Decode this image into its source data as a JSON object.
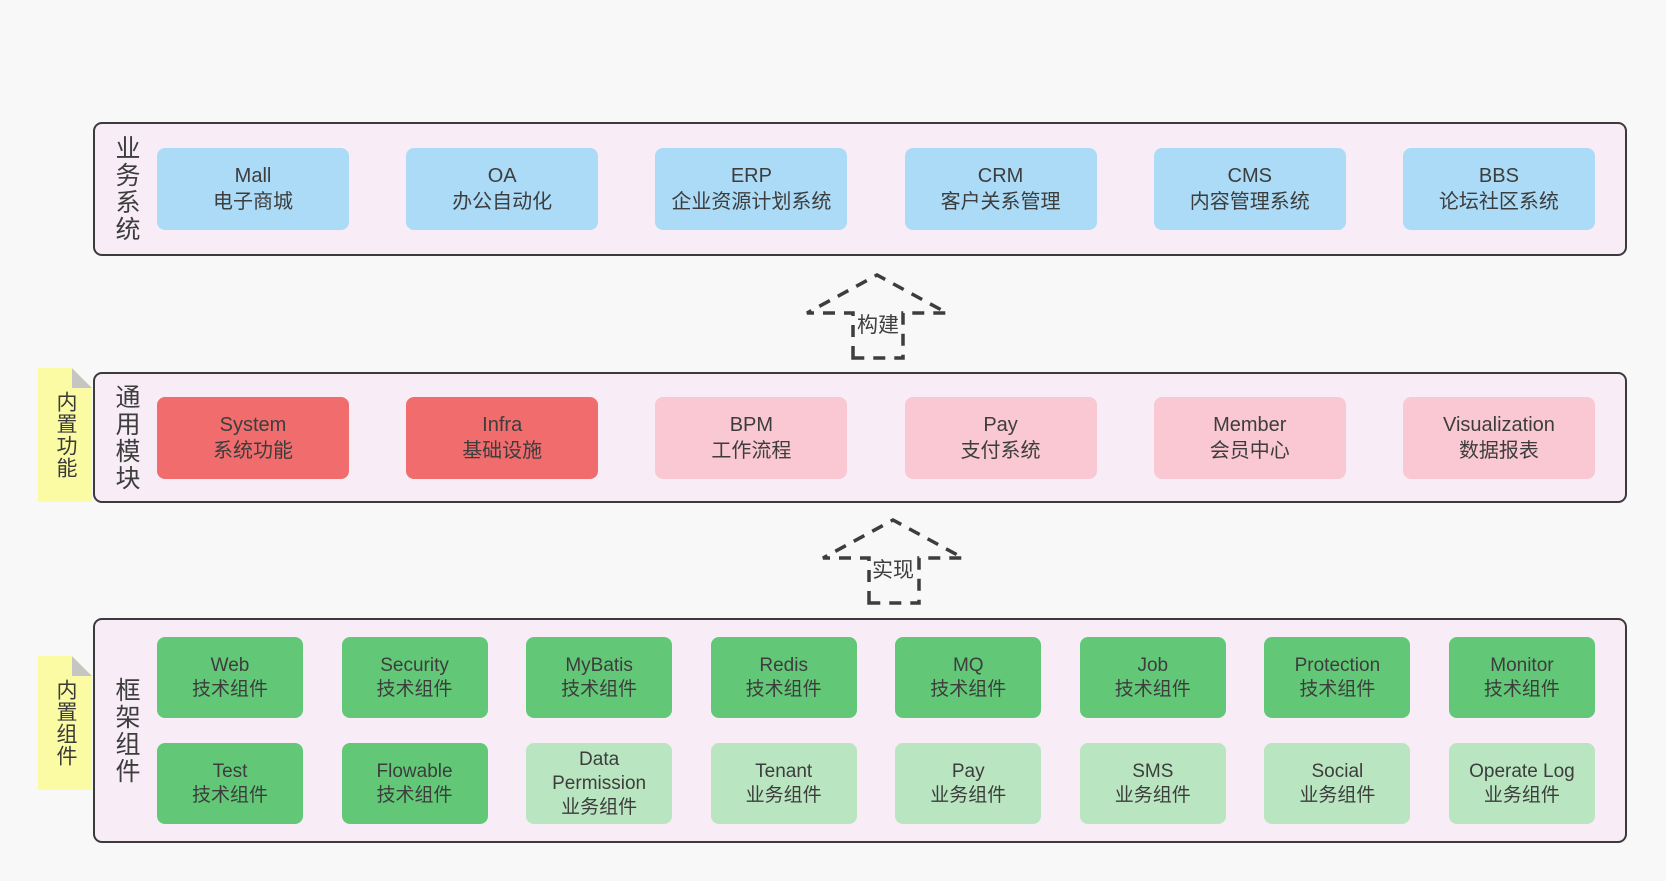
{
  "colors": {
    "page_background": "#f8f8f8",
    "layer_background": "#f8edf6",
    "layer_border": "#3b3b3b",
    "blue_box": "#abdbf6",
    "red_box": "#f16c6c",
    "pink_box": "#f9c8d3",
    "green_box": "#62c877",
    "light_green_box": "#b9e6c0",
    "note_yellow": "#fbfba3",
    "note_fold_gray": "#c5c5c5",
    "text": "#3d3d3d"
  },
  "arrows": [
    {
      "label": "构建"
    },
    {
      "label": "实现"
    }
  ],
  "layers": [
    {
      "id": "business",
      "side_label": "业务系统",
      "note_label": null,
      "rows": [
        [
          {
            "name": "Mall",
            "subtitle": "电子商城",
            "variant": "blue"
          },
          {
            "name": "OA",
            "subtitle": "办公自动化",
            "variant": "blue"
          },
          {
            "name": "ERP",
            "subtitle": "企业资源计划系统",
            "variant": "blue"
          },
          {
            "name": "CRM",
            "subtitle": "客户关系管理",
            "variant": "blue"
          },
          {
            "name": "CMS",
            "subtitle": "内容管理系统",
            "variant": "blue"
          },
          {
            "name": "BBS",
            "subtitle": "论坛社区系统",
            "variant": "blue"
          }
        ]
      ]
    },
    {
      "id": "modules",
      "side_label": "通用模块",
      "note_label": "内置功能",
      "rows": [
        [
          {
            "name": "System",
            "subtitle": "系统功能",
            "variant": "red"
          },
          {
            "name": "Infra",
            "subtitle": "基础设施",
            "variant": "red"
          },
          {
            "name": "BPM",
            "subtitle": "工作流程",
            "variant": "pink"
          },
          {
            "name": "Pay",
            "subtitle": "支付系统",
            "variant": "pink"
          },
          {
            "name": "Member",
            "subtitle": "会员中心",
            "variant": "pink"
          },
          {
            "name": "Visualization",
            "subtitle": "数据报表",
            "variant": "pink"
          }
        ]
      ]
    },
    {
      "id": "framework",
      "side_label": "框架组件",
      "note_label": "内置组件",
      "rows": [
        [
          {
            "name": "Web",
            "subtitle": "技术组件",
            "variant": "green"
          },
          {
            "name": "Security",
            "subtitle": "技术组件",
            "variant": "green"
          },
          {
            "name": "MyBatis",
            "subtitle": "技术组件",
            "variant": "green"
          },
          {
            "name": "Redis",
            "subtitle": "技术组件",
            "variant": "green"
          },
          {
            "name": "MQ",
            "subtitle": "技术组件",
            "variant": "green"
          },
          {
            "name": "Job",
            "subtitle": "技术组件",
            "variant": "green"
          },
          {
            "name": "Protection",
            "subtitle": "技术组件",
            "variant": "green"
          },
          {
            "name": "Monitor",
            "subtitle": "技术组件",
            "variant": "green"
          }
        ],
        [
          {
            "name": "Test",
            "subtitle": "技术组件",
            "variant": "green"
          },
          {
            "name": "Flowable",
            "subtitle": "技术组件",
            "variant": "green"
          },
          {
            "name": "Data Permission",
            "subtitle": "业务组件",
            "variant": "lightgreen"
          },
          {
            "name": "Tenant",
            "subtitle": "业务组件",
            "variant": "lightgreen"
          },
          {
            "name": "Pay",
            "subtitle": "业务组件",
            "variant": "lightgreen"
          },
          {
            "name": "SMS",
            "subtitle": "业务组件",
            "variant": "lightgreen"
          },
          {
            "name": "Social",
            "subtitle": "业务组件",
            "variant": "lightgreen"
          },
          {
            "name": "Operate Log",
            "subtitle": "业务组件",
            "variant": "lightgreen"
          }
        ]
      ]
    }
  ]
}
